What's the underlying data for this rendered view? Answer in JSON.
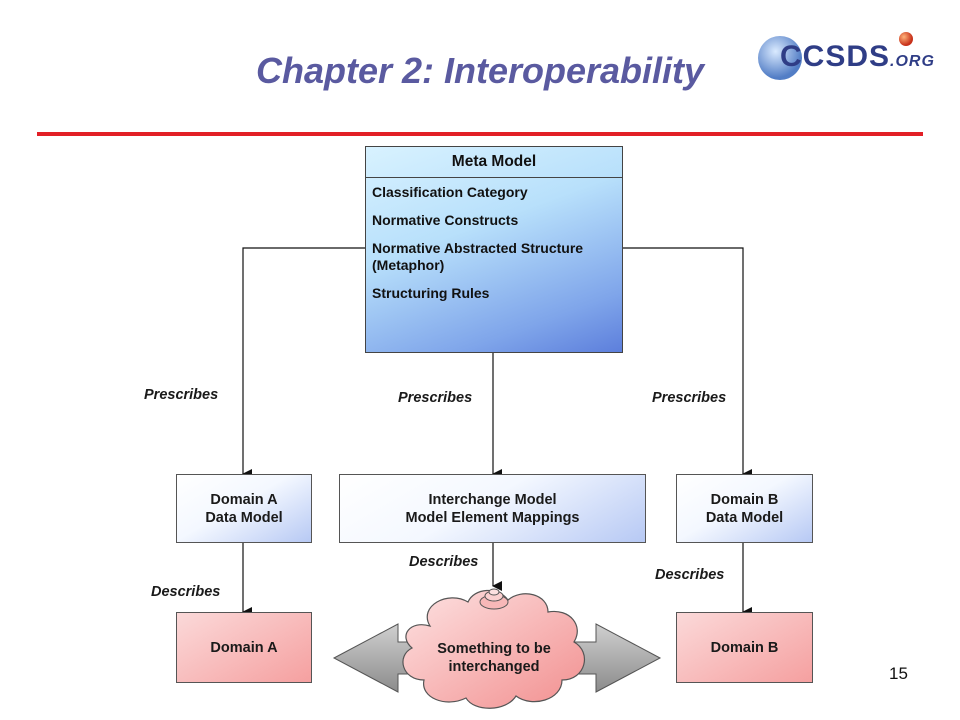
{
  "slide": {
    "title": "Chapter 2: Interoperability",
    "logo_text": "CCSDS",
    "logo_suffix": ".ORG",
    "page_number": "15"
  },
  "colors": {
    "title": "#5a5aa0",
    "rule": "#e21f26",
    "blue_box": "#b7c9f4",
    "red_box": "#f5a0a0"
  },
  "meta_model": {
    "title": "Meta Model",
    "items": [
      "Classification Category",
      "Normative Constructs",
      "Normative Abstracted Structure (Metaphor)",
      "Structuring Rules"
    ]
  },
  "models": {
    "domain_a": {
      "line1": "Domain A",
      "line2": "Data Model"
    },
    "interchange": {
      "line1": "Interchange Model",
      "line2": "Model Element Mappings"
    },
    "domain_b": {
      "line1": "Domain B",
      "line2": "Data Model"
    }
  },
  "instances": {
    "domain_a": "Domain A",
    "domain_b": "Domain B",
    "cloud_line1": "Something to be",
    "cloud_line2": "interchanged"
  },
  "labels": {
    "prescribes": "Prescribes",
    "describes": "Describes"
  }
}
